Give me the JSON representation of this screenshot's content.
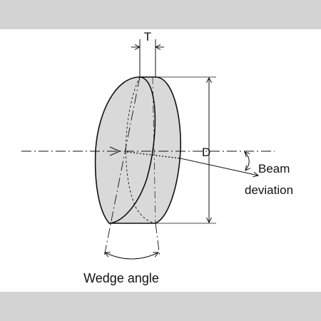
{
  "labels": {
    "thickness": "T",
    "diameter": "D",
    "beam_deviation_line1": "Beam",
    "beam_deviation_line2": "deviation",
    "wedge_angle": "Wedge angle"
  },
  "colors": {
    "band": "#d3d3d3",
    "prism_fill": "#d9d9d9",
    "line": "#111111"
  }
}
